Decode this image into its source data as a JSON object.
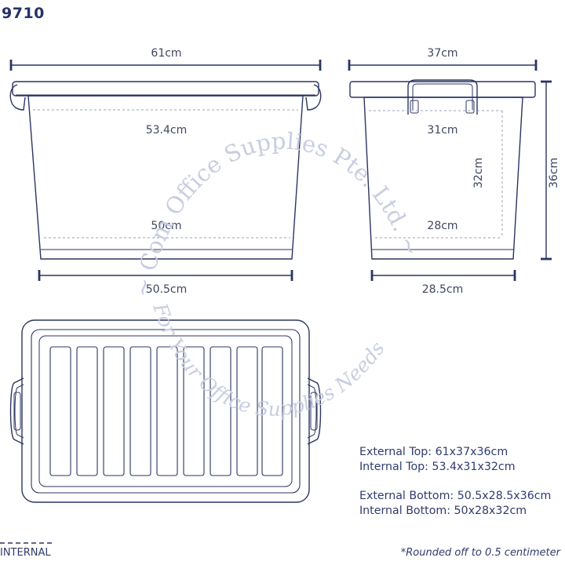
{
  "product": {
    "model": "9710"
  },
  "dimensions": {
    "top_view_width": "61cm",
    "top_view_internal_width": "53.4cm",
    "bottom_internal_width": "50cm",
    "bottom_external_width": "50.5cm",
    "side_width": "37cm",
    "side_internal_width": "31cm",
    "side_internal_bottom_width": "28cm",
    "side_external_bottom_width": "28.5cm",
    "internal_height": "32cm",
    "external_height": "36cm"
  },
  "specs": [
    "External Top: 61x37x36cm",
    "Internal Top: 53.4x31x32cm",
    "External Bottom: 50.5x28.5x36cm",
    "Internal Bottom: 50x28x32cm"
  ],
  "legend": {
    "dashed_line_label": "INTERNAL"
  },
  "footnote": "*Rounded off to 0.5 centimeter",
  "watermark": {
    "line1": "~ Com Office Supplies Pte. Ltd. ~",
    "line2": "For Your Office Supplies Needs"
  },
  "colors": {
    "outline": "#2b3561",
    "dashed": "#9aa0b4",
    "watermark": "#c9cde0"
  }
}
